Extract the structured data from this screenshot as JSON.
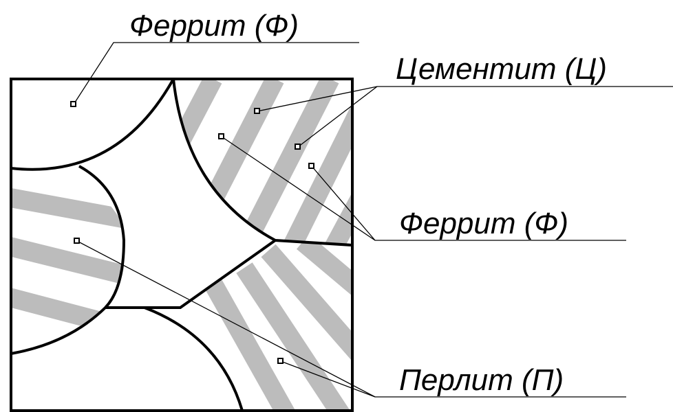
{
  "labels": {
    "ferrite_top": "Феррит (Ф)",
    "cementite": "Цементит (Ц)",
    "ferrite_right": "Феррит (Ф)",
    "pearlite": "Перлит (П)"
  },
  "colors": {
    "outline": "#000000",
    "cementite_stripe": "#bcbcbc",
    "background": "#ffffff"
  }
}
